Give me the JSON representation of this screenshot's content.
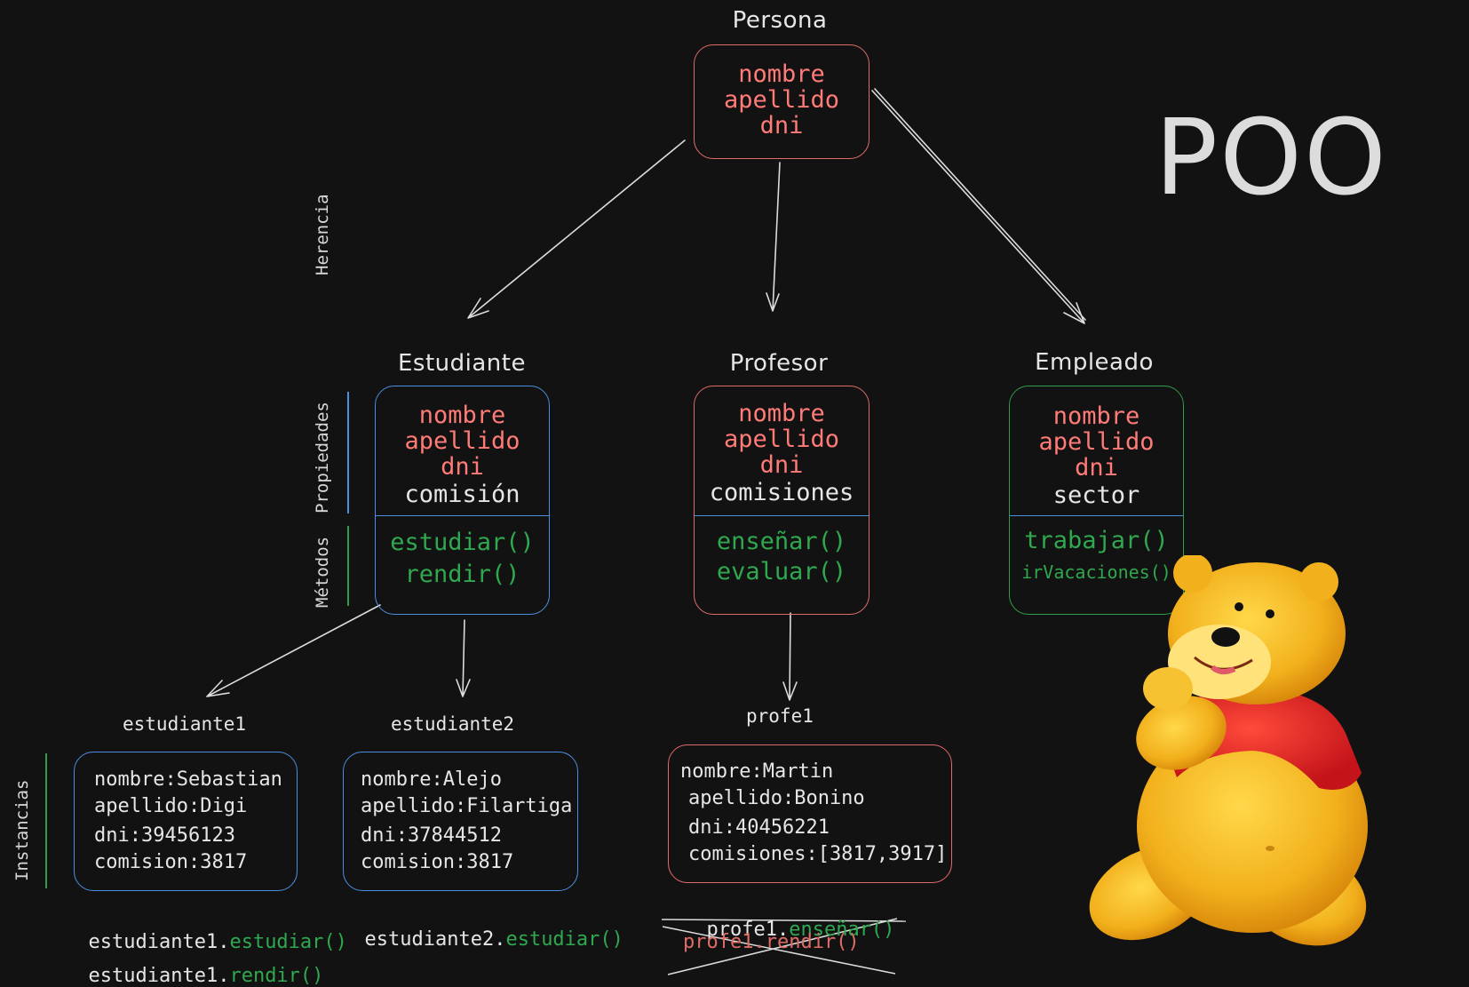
{
  "labels": {
    "poo": "POO",
    "herencia": "Herencia",
    "propiedades": "Propiedades",
    "metodos": "Métodos",
    "instancias": "Instancias"
  },
  "persona": {
    "title": "Persona",
    "props": [
      "nombre",
      "apellido",
      "dni"
    ]
  },
  "estudiante": {
    "title": "Estudiante",
    "props": [
      "nombre",
      "apellido",
      "dni"
    ],
    "extra": "comisión",
    "methods": [
      "estudiar()",
      "rendir()"
    ]
  },
  "profesor": {
    "title": "Profesor",
    "props": [
      "nombre",
      "apellido",
      "dni"
    ],
    "extra": "comisiones",
    "methods": [
      "enseñar()",
      "evaluar()"
    ]
  },
  "empleado": {
    "title": "Empleado",
    "props": [
      "nombre",
      "apellido",
      "dni"
    ],
    "extra": "sector",
    "methods": [
      "trabajar()",
      "irVacaciones()"
    ]
  },
  "instances": {
    "estudiante1": {
      "title": "estudiante1",
      "lines": [
        "nombre:Sebastian",
        "apellido:Digi",
        "dni:39456123",
        "comision:3817"
      ]
    },
    "estudiante2": {
      "title": "estudiante2",
      "lines": [
        "nombre:Alejo",
        "apellido:Filartiga",
        "dni:37844512",
        "comision:3817"
      ]
    },
    "profe1": {
      "title": "profe1",
      "lines": [
        "nombre:Martin",
        "apellido:Bonino",
        "dni:40456221",
        "comisiones:[3817,3917]"
      ]
    }
  },
  "calls": {
    "e1_obj": "estudiante1.",
    "e1_m1": "estudiar()",
    "e1_m2": "rendir()",
    "e2_obj": "estudiante2.",
    "e2_m1": "estudiar()",
    "p1_obj": "profe1.",
    "p1_m1": "enseñar()",
    "p1_crossed": "profe1.rendir()"
  },
  "colors": {
    "red": "#e06c67",
    "blue": "#4a90e2",
    "green": "#2f9e4a",
    "background": "#121212"
  }
}
